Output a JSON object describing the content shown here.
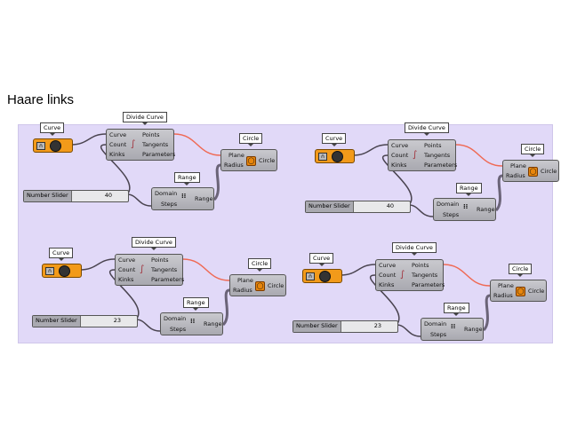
{
  "title": "Haare links",
  "colors": {
    "canvas": "#e1d9f8",
    "param": "#f29a1a",
    "wire": "#4a4450",
    "wire_active": "#ef6a55"
  },
  "groups": [
    {
      "curve_label": "Curve",
      "divide": {
        "label": "Divide Curve",
        "inputs": [
          "Curve",
          "Count",
          "Kinks"
        ],
        "outputs": [
          "Points",
          "Tangents",
          "Parameters"
        ]
      },
      "range": {
        "label": "Range",
        "inputs": [
          "Domain",
          "Steps"
        ],
        "output": "Range"
      },
      "circle": {
        "label": "Circle",
        "inputs": [
          "Plane",
          "Radius"
        ],
        "output": "Circle"
      },
      "slider": {
        "label": "Number Slider",
        "value": "40"
      }
    },
    {
      "curve_label": "Curve",
      "divide": {
        "label": "Divide Curve",
        "inputs": [
          "Curve",
          "Count",
          "Kinks"
        ],
        "outputs": [
          "Points",
          "Tangents",
          "Parameters"
        ]
      },
      "range": {
        "label": "Range",
        "inputs": [
          "Domain",
          "Steps"
        ],
        "output": "Range"
      },
      "circle": {
        "label": "Circle",
        "inputs": [
          "Plane",
          "Radius"
        ],
        "output": "Circle"
      },
      "slider": {
        "label": "Number Slider",
        "value": "40"
      }
    },
    {
      "curve_label": "Curve",
      "divide": {
        "label": "Divide Curve",
        "inputs": [
          "Curve",
          "Count",
          "Kinks"
        ],
        "outputs": [
          "Points",
          "Tangents",
          "Parameters"
        ]
      },
      "range": {
        "label": "Range",
        "inputs": [
          "Domain",
          "Steps"
        ],
        "output": "Range"
      },
      "circle": {
        "label": "Circle",
        "inputs": [
          "Plane",
          "Radius"
        ],
        "output": "Circle"
      },
      "slider": {
        "label": "Number Slider",
        "value": "23"
      }
    },
    {
      "curve_label": "Curve",
      "divide": {
        "label": "Divide Curve",
        "inputs": [
          "Curve",
          "Count",
          "Kinks"
        ],
        "outputs": [
          "Points",
          "Tangents",
          "Parameters"
        ]
      },
      "range": {
        "label": "Range",
        "inputs": [
          "Domain",
          "Steps"
        ],
        "output": "Range"
      },
      "circle": {
        "label": "Circle",
        "inputs": [
          "Plane",
          "Radius"
        ],
        "output": "Circle"
      },
      "slider": {
        "label": "Number Slider",
        "value": "23"
      }
    }
  ]
}
